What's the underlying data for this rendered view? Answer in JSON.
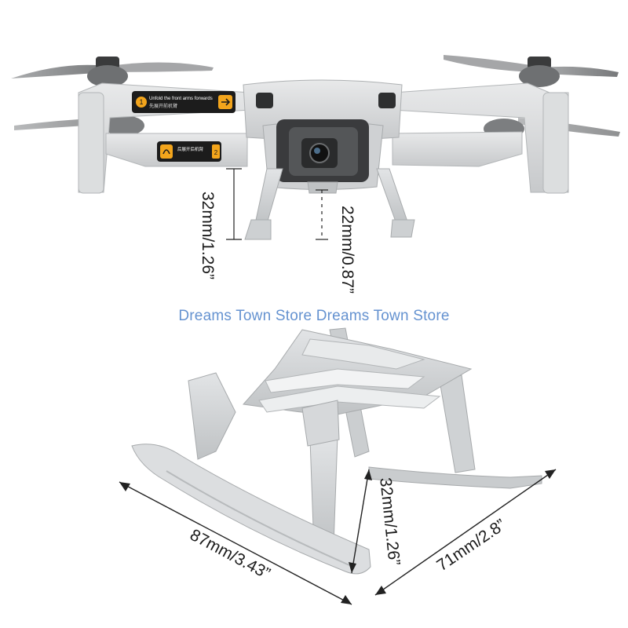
{
  "watermark": "Dreams Town Store Dreams Town Store",
  "drone": {
    "front_arm_label": "Unfold the front arms forwards",
    "front_arm_label_cn": "先展开前机臂",
    "front_arm_number": "1",
    "rear_arm_label_cn": "后展开后机臂",
    "rear_arm_number": "2"
  },
  "dimensions": {
    "leg_height": "32mm/1.26”",
    "clearance": "22mm/0.87”",
    "length": "87mm/3.43”",
    "width": "71mm/2.8”",
    "gear_height": "32mm/1.26”"
  },
  "colors": {
    "body": "#d9dbdc",
    "body_shadow": "#b9bcbe",
    "gear": "#d4d6d8",
    "label": "#1c1c1c",
    "label_accent": "#f3a51c",
    "watermark": "#4a7fc8"
  }
}
